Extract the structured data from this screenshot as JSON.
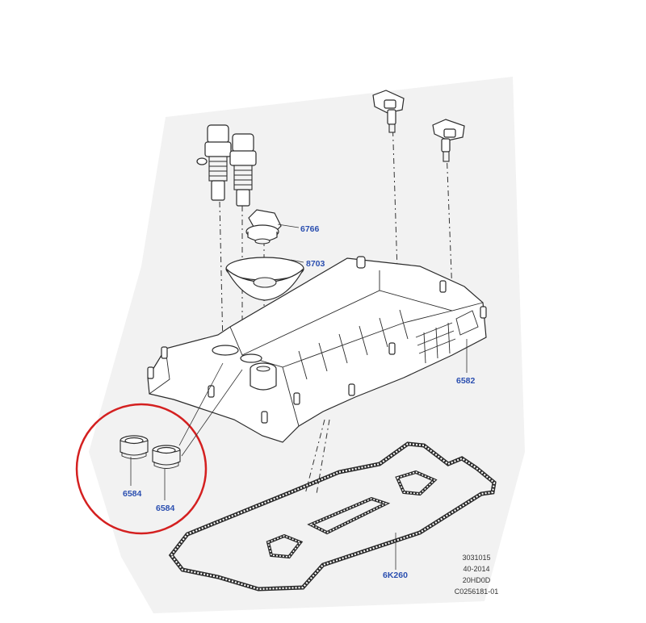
{
  "callouts": {
    "oil_filler_cap": "6766",
    "funnel_seal": "8703",
    "cover": "6582",
    "seal_left": "6584",
    "seal_right": "6584",
    "gasket": "6K260"
  },
  "metadata_lines": [
    "3031015",
    "40-2014",
    "20HD0D",
    "C0256181-01"
  ],
  "colors": {
    "callout_text": "#2b4fb0",
    "highlight_circle": "#d42020",
    "line_art": "#2a2a2a",
    "background_haze": "#f2f2f2"
  }
}
